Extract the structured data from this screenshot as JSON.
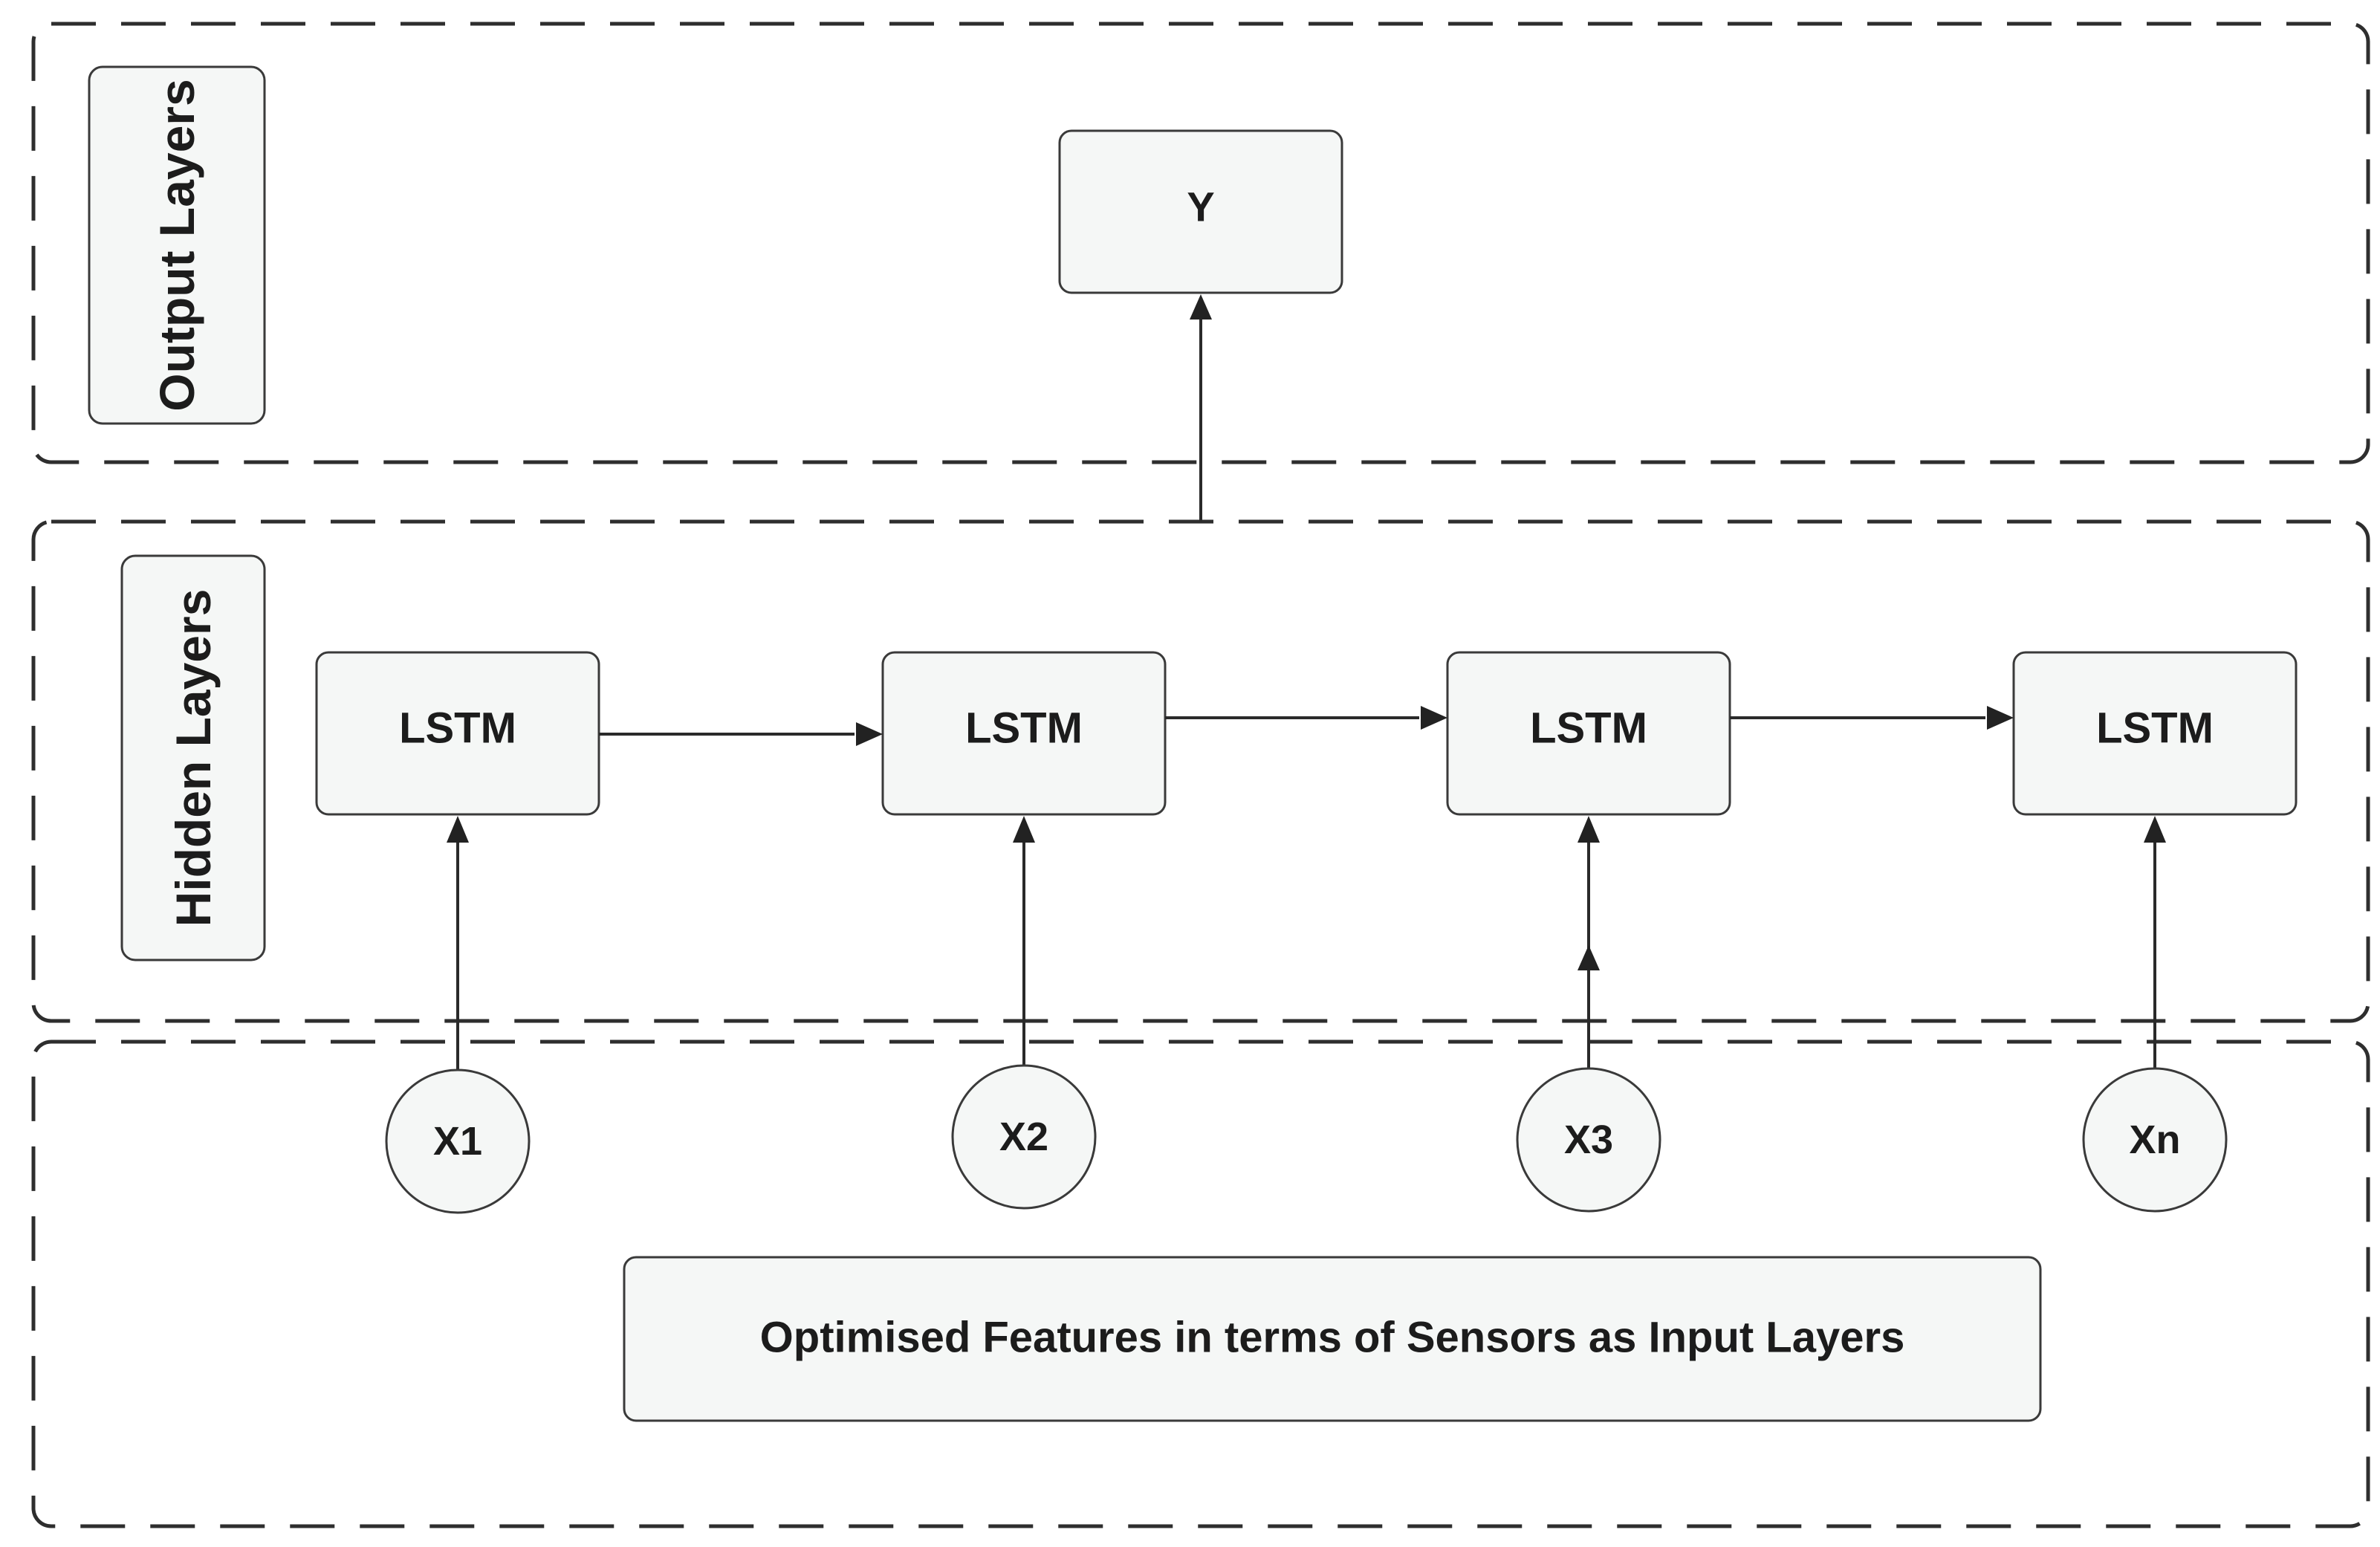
{
  "regions": {
    "output": {
      "label": "Output Layers"
    },
    "hidden": {
      "label": "Hidden Layers"
    },
    "input": {
      "label": "Optimised Features in terms of Sensors as Input Layers"
    }
  },
  "output_node": {
    "label": "Y"
  },
  "lstm_cells": [
    {
      "label": "LSTM"
    },
    {
      "label": "LSTM"
    },
    {
      "label": "LSTM"
    },
    {
      "label": "LSTM"
    }
  ],
  "inputs": [
    {
      "label": "X1"
    },
    {
      "label": "X2"
    },
    {
      "label": "X3"
    },
    {
      "label": "Xn"
    }
  ],
  "colors": {
    "box_fill": "#f5f7f6",
    "stroke": "#2e2e2e",
    "text": "#1c1c1c",
    "background": "#ffffff"
  }
}
